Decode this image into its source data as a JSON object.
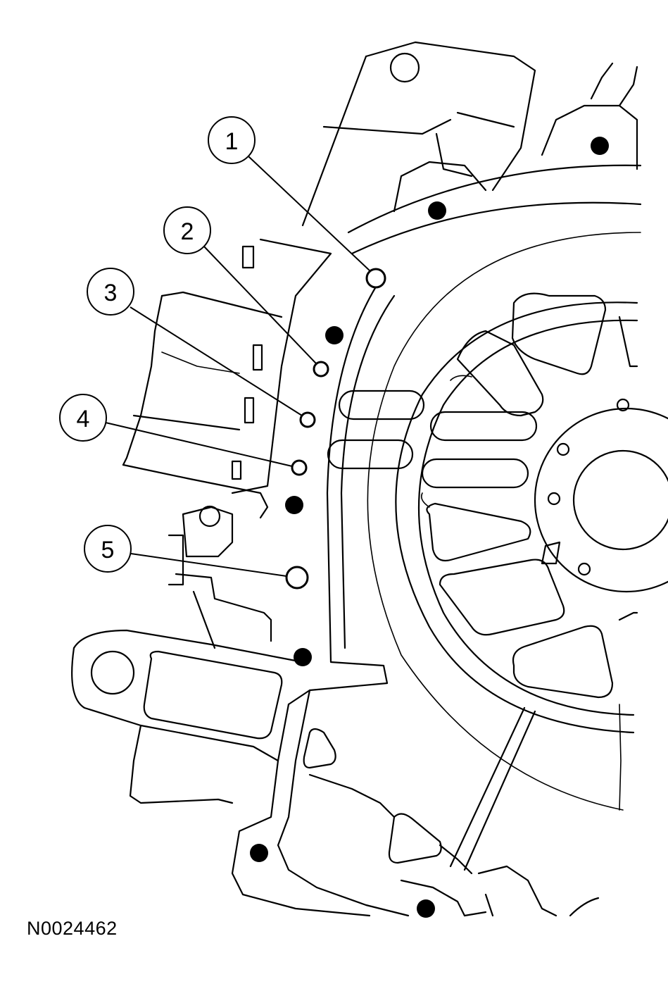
{
  "callouts": [
    {
      "label": "1"
    },
    {
      "label": "2"
    },
    {
      "label": "3"
    },
    {
      "label": "4"
    },
    {
      "label": "5"
    }
  ],
  "figure_id": "N0024462",
  "colors": {
    "line": "#000000",
    "background": "#ffffff"
  }
}
